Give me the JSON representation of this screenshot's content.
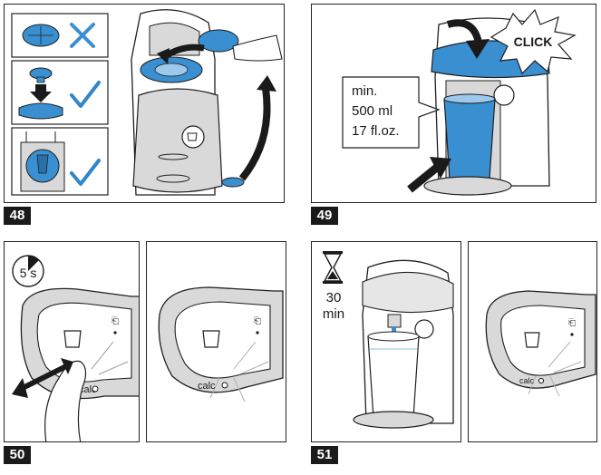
{
  "steps": [
    {
      "number": "48"
    },
    {
      "number": "49",
      "click_label": "CLICK",
      "volume_lines": [
        "min.",
        "500 ml",
        "17 fl.oz."
      ]
    },
    {
      "number": "50",
      "timer_label": "5 s",
      "calc_label_left": "calc",
      "calc_label_right": "calc"
    },
    {
      "number": "51",
      "wait_value": "30",
      "wait_unit": "min",
      "calc_label": "calc"
    }
  ],
  "colors": {
    "accent_blue": "#3a8fd1",
    "light_blue": "#9cc9ec",
    "gray": "#d9d9d9",
    "outline": "#1f1f1f",
    "check": "#2f86c8"
  }
}
